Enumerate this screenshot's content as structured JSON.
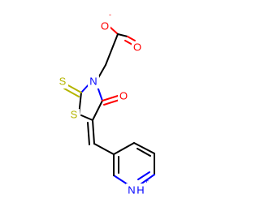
{
  "molecule": {
    "atoms": {
      "o_carboxylate_minus": {
        "symbol": "O",
        "charge": "-",
        "color": "#ff0000"
      },
      "o_carbonyl_acid": {
        "symbol": "O",
        "color": "#ff0000"
      },
      "n_ring": {
        "symbol": "N",
        "color": "#0000ff"
      },
      "s_thione": {
        "symbol": "S",
        "color": "#b5b500"
      },
      "s_ring": {
        "symbol": "S",
        "color": "#b5b500"
      },
      "o_ring_carbonyl": {
        "symbol": "O",
        "color": "#ff0000"
      },
      "nh_pyridinium": {
        "symbol": "N",
        "hydrogen": "H",
        "charge": "+",
        "color": "#0000ff"
      }
    },
    "bond_color": "#000000"
  }
}
